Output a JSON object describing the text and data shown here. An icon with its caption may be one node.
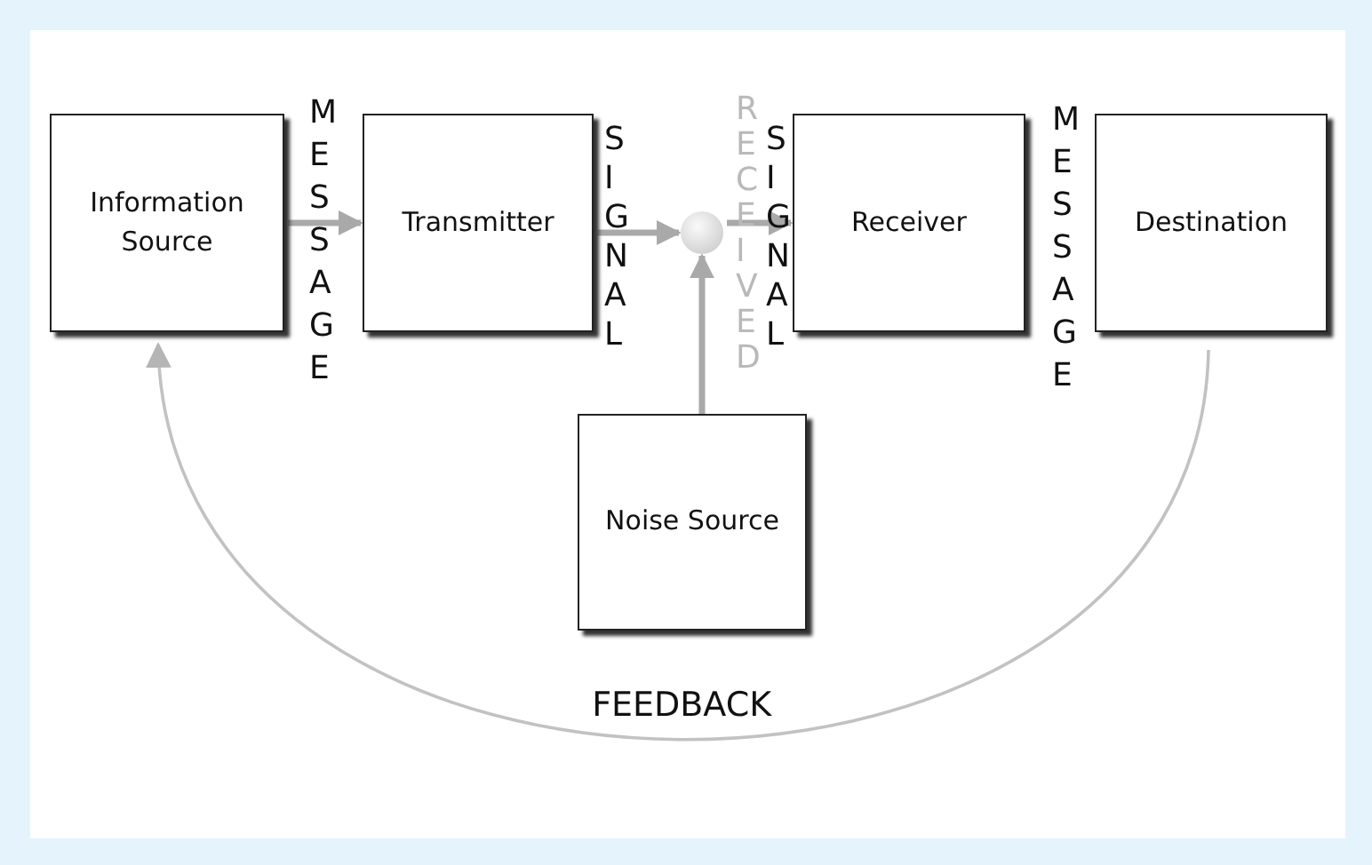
{
  "diagram": {
    "nodes": [
      {
        "text": [
          "Information Source"
        ]
      },
      {
        "text": [
          "Transmitter"
        ]
      },
      {
        "text": [],
        "shape": "circle"
      },
      {
        "text": [
          "Receiver"
        ]
      },
      {
        "text": [
          "Destination"
        ]
      },
      {
        "text": [
          "Noise Source"
        ]
      }
    ],
    "edges": [
      {
        "from": 0,
        "to": 1,
        "arrow": "to"
      },
      {
        "from": 1,
        "to": 2,
        "arrow": "to"
      },
      {
        "from": 2,
        "to": 3,
        "arrow": "to"
      },
      {
        "from": 5,
        "to": 2,
        "arrow": "to"
      },
      {
        "from": 4,
        "to": 0,
        "arrow": "to",
        "label": "FEEDBACK",
        "color": "#c2c2c2"
      }
    ],
    "labels": [
      "MESSAGE",
      "SIGNAL",
      "RECEIVED",
      "SIGNAL",
      "MESSAGE"
    ]
  }
}
